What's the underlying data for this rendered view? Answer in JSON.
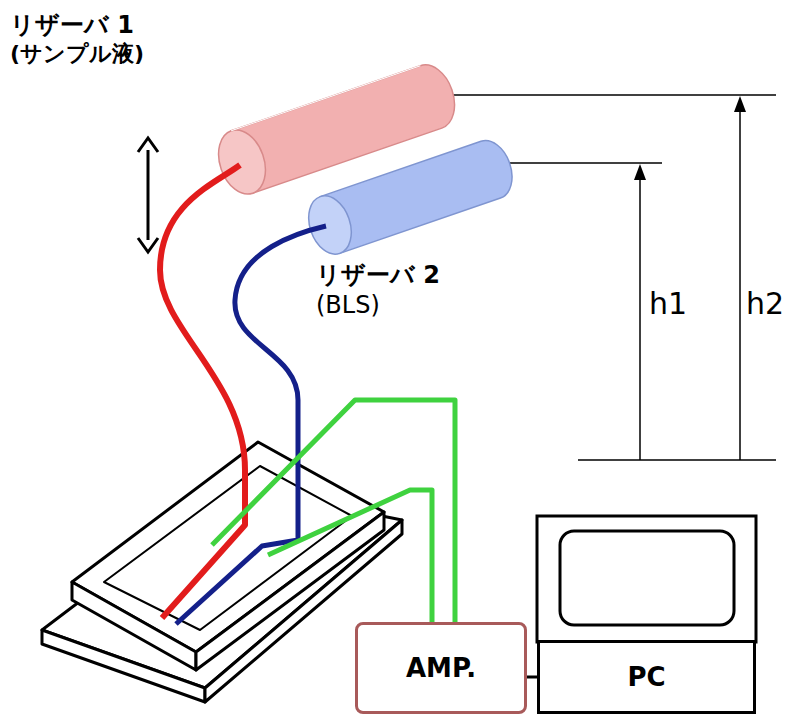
{
  "diagram": {
    "nodes": [
      {
        "text": [
          "リザーバ 1",
          "(サンプル液)"
        ]
      },
      {
        "text": [
          "リザーバ 2",
          "(BLS)"
        ]
      },
      {
        "text": [
          "AMP."
        ]
      },
      {
        "text": [
          "PC"
        ]
      }
    ],
    "edges": [
      {
        "from": 2,
        "to": 3,
        "arrow": "none"
      }
    ],
    "labels": [
      "h1",
      "h2"
    ]
  }
}
